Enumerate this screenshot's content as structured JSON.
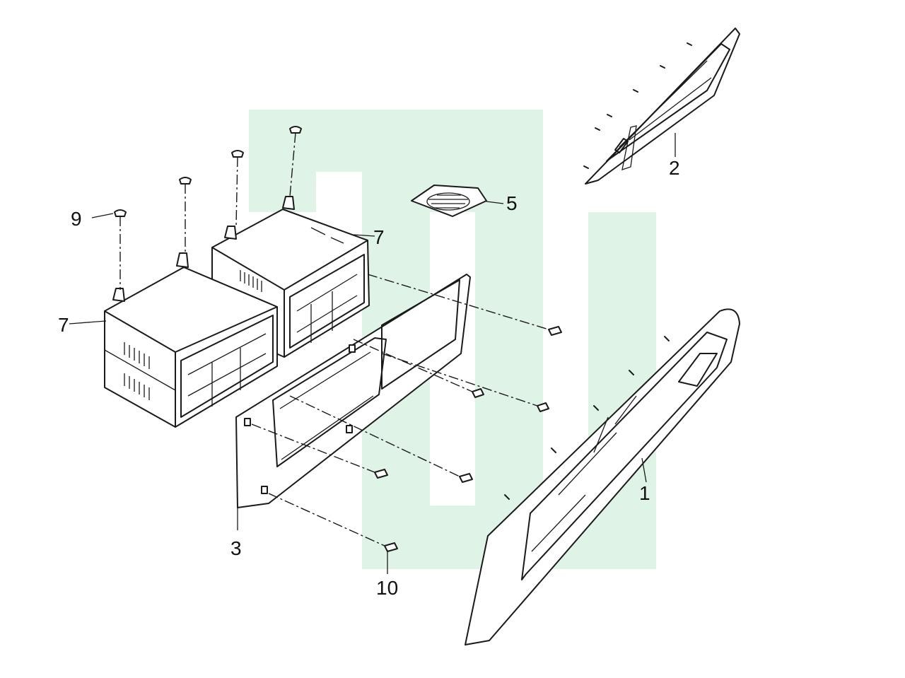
{
  "diagram": {
    "type": "exploded-parts-view",
    "watermark_color": "#dff3e7",
    "line_color": "#1a1a1a",
    "callouts": [
      {
        "id": "part-1",
        "label": "1"
      },
      {
        "id": "part-2",
        "label": "2"
      },
      {
        "id": "part-3",
        "label": "3"
      },
      {
        "id": "part-5",
        "label": "5"
      },
      {
        "id": "part-7-upper",
        "label": "7"
      },
      {
        "id": "part-7-lower",
        "label": "7"
      },
      {
        "id": "part-9",
        "label": "9"
      },
      {
        "id": "part-10",
        "label": "10"
      }
    ]
  }
}
